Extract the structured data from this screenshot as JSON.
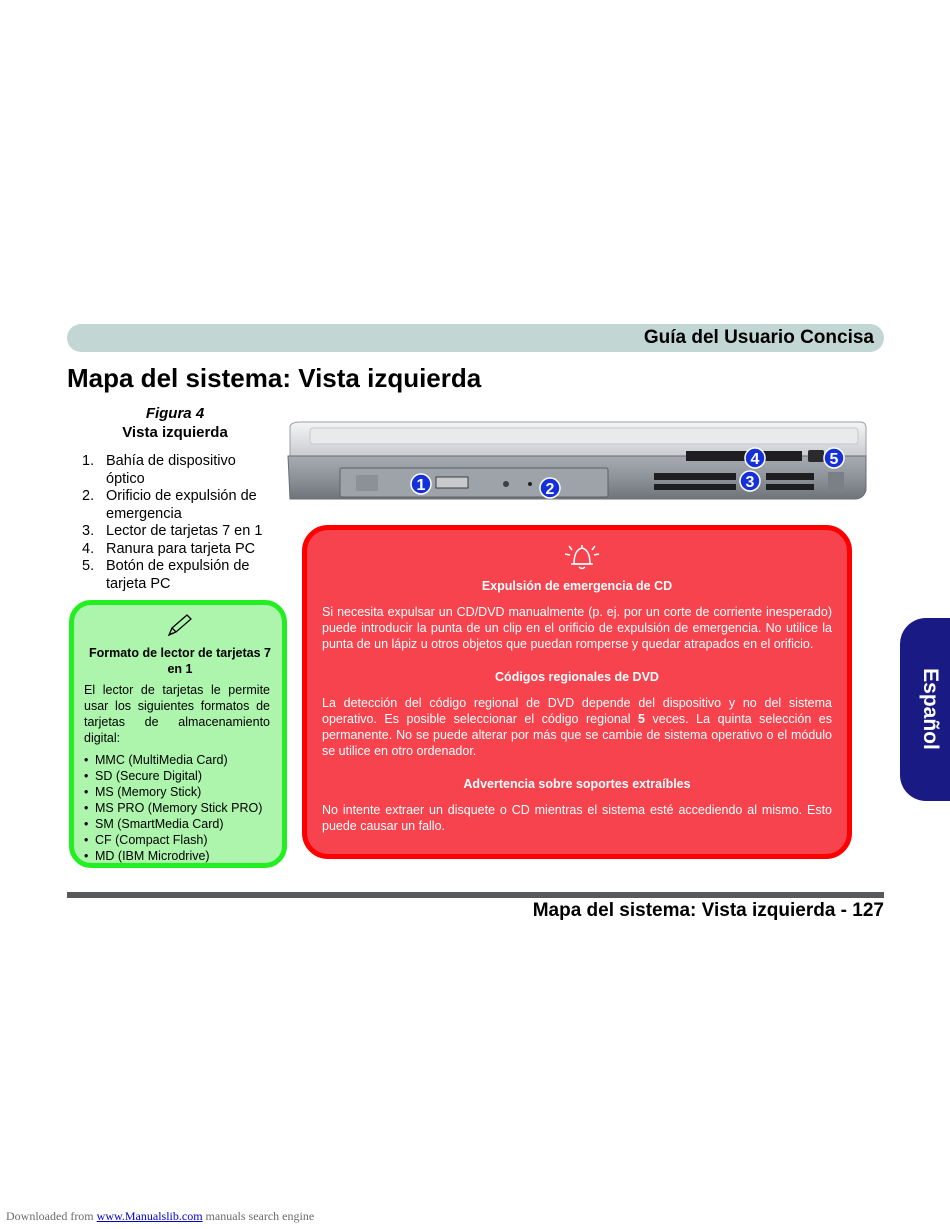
{
  "header": {
    "title": "Guía del Usuario Concisa"
  },
  "page_title": "Mapa del sistema: Vista izquierda",
  "figure": {
    "number": "Figura  4",
    "name": "Vista izquierda",
    "callouts": [
      "1",
      "2",
      "3",
      "4",
      "5"
    ]
  },
  "legend": [
    {
      "num": "1.",
      "text": "Bahía de dispositivo óptico"
    },
    {
      "num": "2.",
      "text": "Orificio de expulsión de emergencia"
    },
    {
      "num": "3.",
      "text": "Lector de tarjetas 7 en 1"
    },
    {
      "num": "4.",
      "text": "Ranura para tarjeta PC"
    },
    {
      "num": "5.",
      "text": "Botón de expulsión de tarjeta PC"
    }
  ],
  "note": {
    "icon": "pen-icon",
    "title": "Formato de lector de tarjetas 7 en 1",
    "body": "El lector de tarjetas le permite usar los siguientes formatos de tarjetas de almacenamiento digital:",
    "items": [
      "MMC (MultiMedia Card)",
      "SD (Secure Digital)",
      "MS (Memory Stick)",
      "MS PRO (Memory Stick PRO)",
      "SM (SmartMedia Card)",
      "CF (Compact Flash)",
      "MD (IBM Microdrive)"
    ]
  },
  "warning": {
    "icon": "bell-icon",
    "sections": [
      {
        "heading": "Expulsión de emergencia de CD",
        "text": "Si necesita expulsar un CD/DVD manualmente (p. ej. por un corte de corriente inesperado) puede introducir la punta de un clip en el orificio de expulsión de emergencia. No utilice la punta de un lápiz u otros objetos que puedan romperse y quedar atrapados en el orificio."
      },
      {
        "heading": "Códigos regionales de DVD",
        "text_before": "La detección del código regional de DVD depende del dispositivo y no del sistema operativo. Es posible seleccionar el código regional ",
        "text_bold": "5",
        "text_after": " veces. La quinta selección es permanente. No se puede alterar por más que se cambie de sistema operativo o el módulo se utilice en otro ordenador."
      },
      {
        "heading": "Advertencia sobre soportes extraíbles",
        "text": "No intente extraer un disquete o CD mientras el sistema esté accediendo al mismo. Esto puede causar un fallo."
      }
    ]
  },
  "side_tab": {
    "label": "Español"
  },
  "footer": {
    "title": "Mapa del sistema: Vista izquierda - 127"
  },
  "download": {
    "prefix": "Downloaded from ",
    "link": "www.Manualslib.com",
    "suffix": " manuals search engine"
  },
  "colors": {
    "header_bar": "#c2d6d3",
    "note_bg": "#adf5ad",
    "note_border": "#22ee22",
    "warn_bg": "#f6434e",
    "warn_border": "#ff0000",
    "side_tab": "#1a1a85",
    "callout": "#1530d8"
  }
}
